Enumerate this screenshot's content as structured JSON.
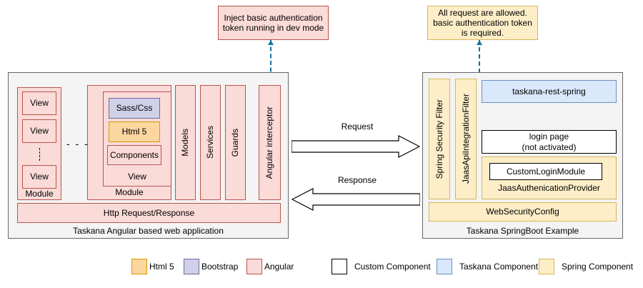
{
  "notes": {
    "left": {
      "text": "Inject basic authentication token running in dev mode",
      "style": "angular-note",
      "fill": "#fadbd8",
      "stroke": "#b85450"
    },
    "right": {
      "text": "All request are allowed. basic authentication token is required.",
      "style": "spring-note",
      "fill": "#fdeec8",
      "stroke": "#d6b656"
    }
  },
  "left_panel": {
    "caption": "Taskana Angular based web application",
    "module_simple": {
      "label": "Module",
      "views": [
        "View",
        "View",
        "View"
      ],
      "ellipsis": "vertical-dots"
    },
    "between_modules_ellipsis": "- - -",
    "module_detailed": {
      "label": "Module",
      "view_label": "View",
      "items": [
        {
          "label": "Sass/Css",
          "type": "bootstrap"
        },
        {
          "label": "Html 5",
          "type": "html5"
        },
        {
          "label": "Components",
          "type": "angular"
        }
      ]
    },
    "columns": [
      "Models",
      "Services",
      "Guards",
      "Angular interceptor"
    ],
    "http_bar": "Http Request/Response"
  },
  "arrows": {
    "request": "Request",
    "response": "Response"
  },
  "right_panel": {
    "caption": "Taskana SpringBoot Example",
    "filters": [
      "Spring Security Filter",
      "JaasApiIntegrationFilter"
    ],
    "rest": "taskana-rest-spring",
    "login_page": "login page\n(not activated)",
    "login_page_line1": "login page",
    "login_page_line2": "(not activated)",
    "jaas_provider": {
      "label": "JaasAuthenicationProvider",
      "inner": "CustomLoginModule"
    },
    "web_security_config": "WebSecurityConfig"
  },
  "legend": {
    "left_group": [
      {
        "label": "Html 5",
        "fill": "#fbd69f",
        "stroke": "#d79b00"
      },
      {
        "label": "Bootstrap",
        "fill": "#d0d0e8",
        "stroke": "#6c6c9c"
      },
      {
        "label": "Angular",
        "fill": "#fadbd8",
        "stroke": "#b85450"
      }
    ],
    "right_group": [
      {
        "label": "Custom Component",
        "fill": "#ffffff",
        "stroke": "#000000"
      },
      {
        "label": "Taskana Component",
        "fill": "#dae8fc",
        "stroke": "#6c8ebf"
      },
      {
        "label": "Spring Component",
        "fill": "#fdeec8",
        "stroke": "#d6b656"
      }
    ]
  },
  "colors": {
    "panel_bg": "#f4f4f4",
    "panel_border": "#666666",
    "connector": "#10739e",
    "arrow_stroke": "#000000"
  }
}
